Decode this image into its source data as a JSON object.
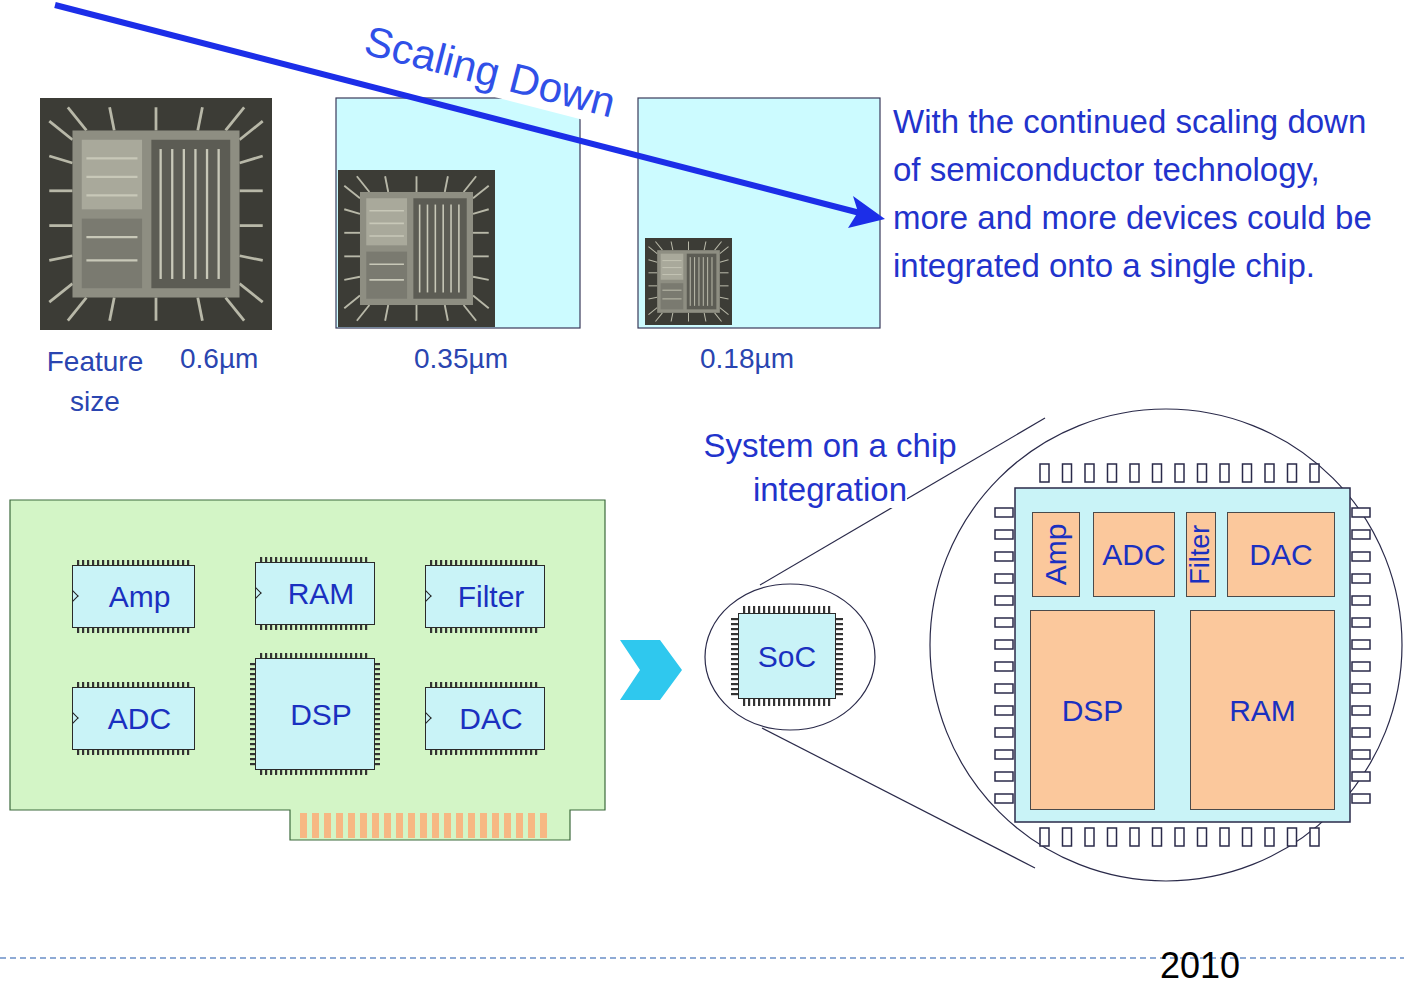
{
  "diagram": {
    "nodes": [
      {
        "text": [
          "Amp"
        ]
      },
      {
        "text": [
          "RAM"
        ]
      },
      {
        "text": [
          "Filter"
        ]
      },
      {
        "text": [
          "ADC"
        ]
      },
      {
        "text": [
          "DSP"
        ]
      },
      {
        "text": [
          "DAC"
        ]
      },
      {
        "text": [
          "SoC"
        ]
      },
      {
        "text": [
          "Amp"
        ]
      },
      {
        "text": [
          "ADC"
        ]
      },
      {
        "text": [
          "Filter"
        ]
      },
      {
        "text": [
          "DAC"
        ]
      },
      {
        "text": [
          "DSP"
        ]
      },
      {
        "text": [
          "RAM"
        ]
      }
    ],
    "labels": [
      "Scaling Down",
      "With the continued scaling down of semiconductor technology, more and more devices could be integrated onto a single chip.",
      "Feature size",
      "0.6µm",
      "0.35µm",
      "0.18µm",
      "System on a chip integration",
      "2010"
    ]
  }
}
